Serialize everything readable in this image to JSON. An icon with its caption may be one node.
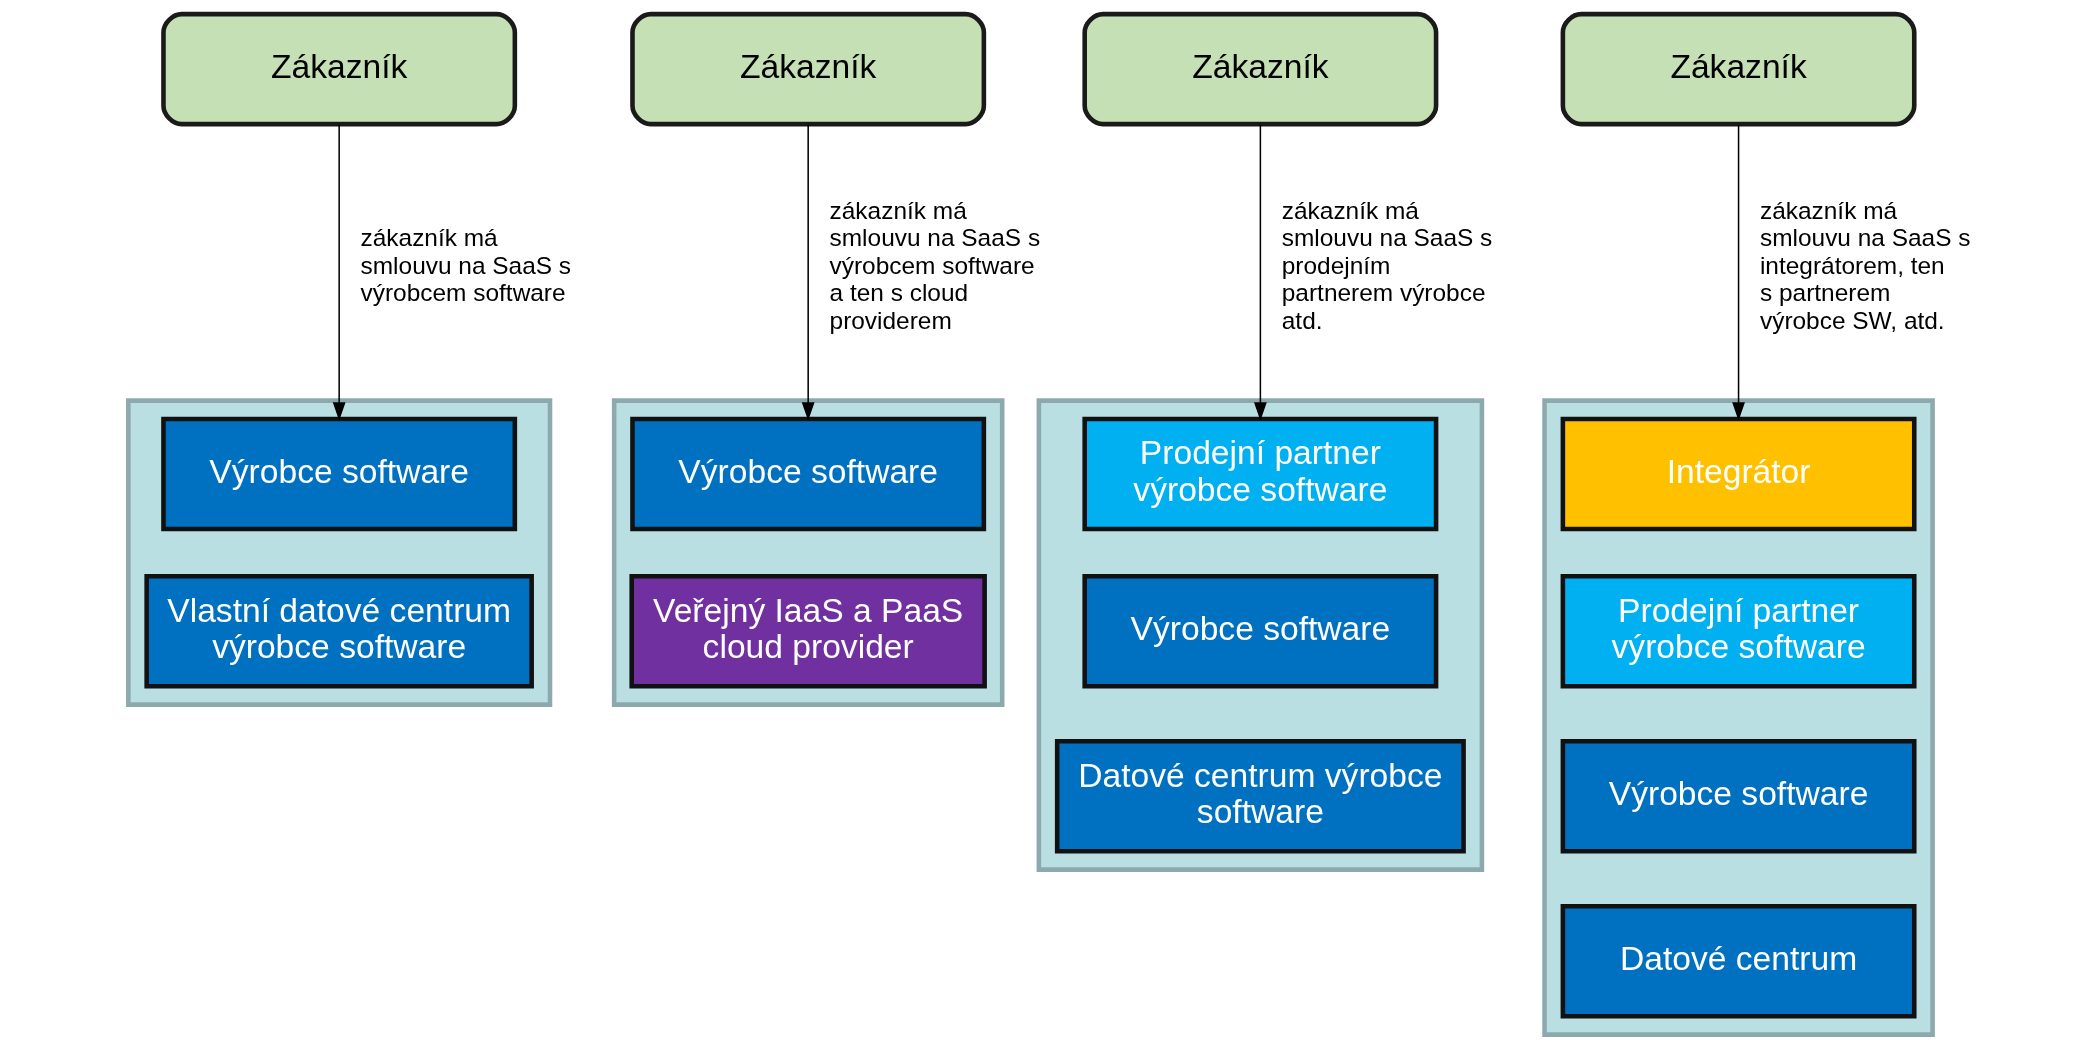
{
  "diagram": {
    "nodes": [
      {
        "text": [
          "Zákazník"
        ]
      },
      {
        "text": [],
        "shape": "box"
      },
      {
        "text": [
          "Výrobce software"
        ],
        "in": 1
      },
      {
        "text": [
          "Vlastní datové centrum výrobce software"
        ],
        "in": 1
      },
      {
        "text": [
          "Zákazník"
        ]
      },
      {
        "text": [],
        "shape": "box"
      },
      {
        "text": [
          "Výrobce software"
        ],
        "in": 5
      },
      {
        "text": [
          "Veřejný IaaS a PaaS cloud provider"
        ],
        "in": 5
      },
      {
        "text": [
          "Zákazník"
        ]
      },
      {
        "text": [],
        "shape": "box"
      },
      {
        "text": [
          "Prodejní partner výrobce software"
        ],
        "in": 9
      },
      {
        "text": [
          "Výrobce software"
        ],
        "in": 9
      },
      {
        "text": [
          "Datové centrum výrobce software"
        ],
        "in": 9
      },
      {
        "text": [
          "Zákazník"
        ]
      },
      {
        "text": [],
        "shape": "box"
      },
      {
        "text": [
          "Integrátor"
        ],
        "in": 14
      },
      {
        "text": [
          "Prodejní partner výrobce software"
        ],
        "in": 14
      },
      {
        "text": [
          "Výrobce software"
        ],
        "in": 14
      },
      {
        "text": [
          "Datové centrum"
        ],
        "in": 14
      }
    ],
    "edges": [
      {
        "from": 0,
        "to": 2,
        "arrow": "to",
        "label": "zákazník má smlouvu na SaaS s výrobcem software"
      },
      {
        "from": 4,
        "to": 6,
        "arrow": "to",
        "label": "zákazník má smlouvu na SaaS s výrobcem software a ten s cloud providerem"
      },
      {
        "from": 8,
        "to": 10,
        "arrow": "to",
        "label": "zákazník má smlouvu na SaaS s prodejním partnerem výrobce atd."
      },
      {
        "from": 13,
        "to": 15,
        "arrow": "to",
        "label": "zákazník má smlouvu na SaaS s integrátorem, ten s partnerem výrobce SW, atd."
      }
    ]
  }
}
